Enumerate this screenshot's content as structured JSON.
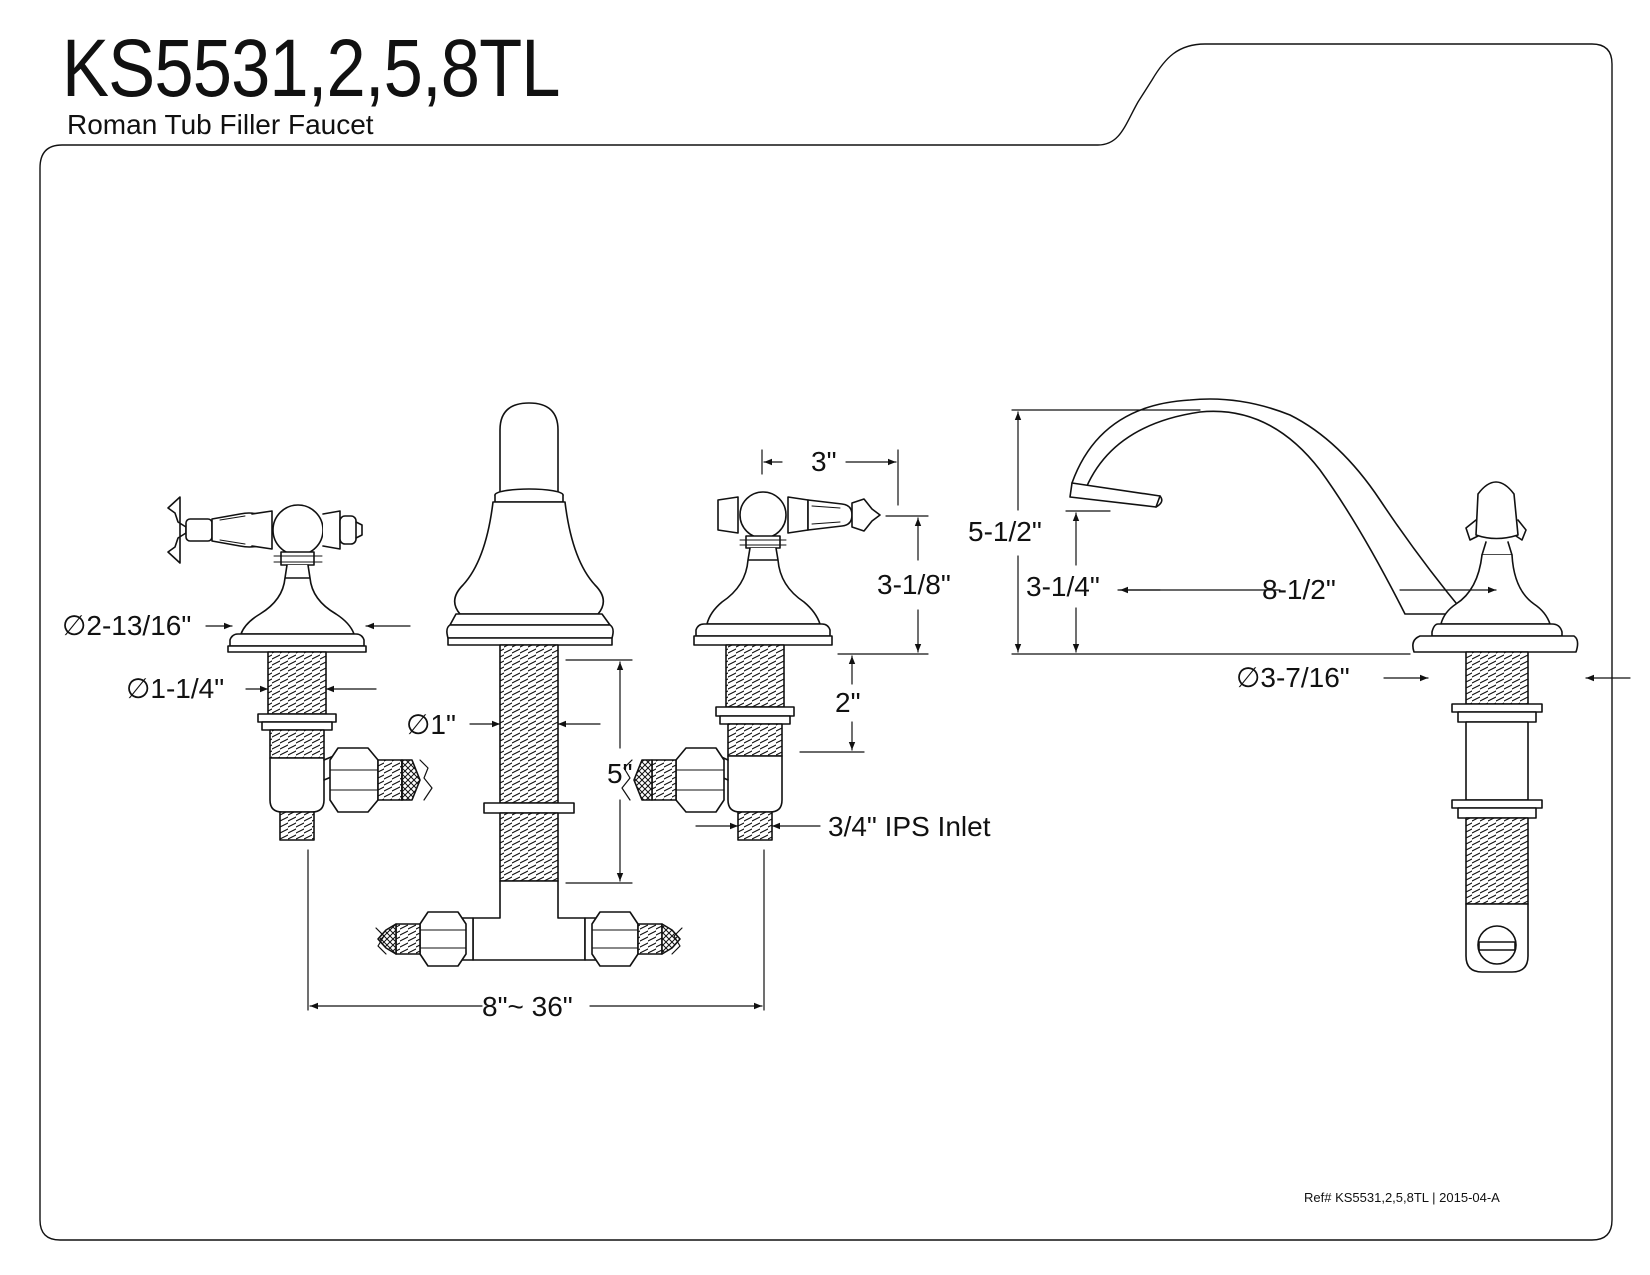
{
  "header": {
    "title": "KS5531,2,5,8TL",
    "subtitle": "Roman Tub Filler Faucet"
  },
  "dimensions": {
    "handle_flange_dia": "∅2-13/16\"",
    "handle_shank_dia": "∅1-1/4\"",
    "spout_shank_dia": "∅1\"",
    "spout_shank_length": "5\"",
    "handle_spread": "3\"",
    "handle_height": "3-1/8\"",
    "handle_shank_length": "2\"",
    "inlet": "3/4\" IPS Inlet",
    "center_spread": "8\"~ 36\"",
    "overall_height": "5-1/2\"",
    "spout_clearance": "3-1/4\"",
    "spout_reach": "8-1/2\"",
    "spout_flange_dia": "∅3-7/16\""
  },
  "footer": {
    "ref": "Ref# KS5531,2,5,8TL | 2015-04-A"
  }
}
